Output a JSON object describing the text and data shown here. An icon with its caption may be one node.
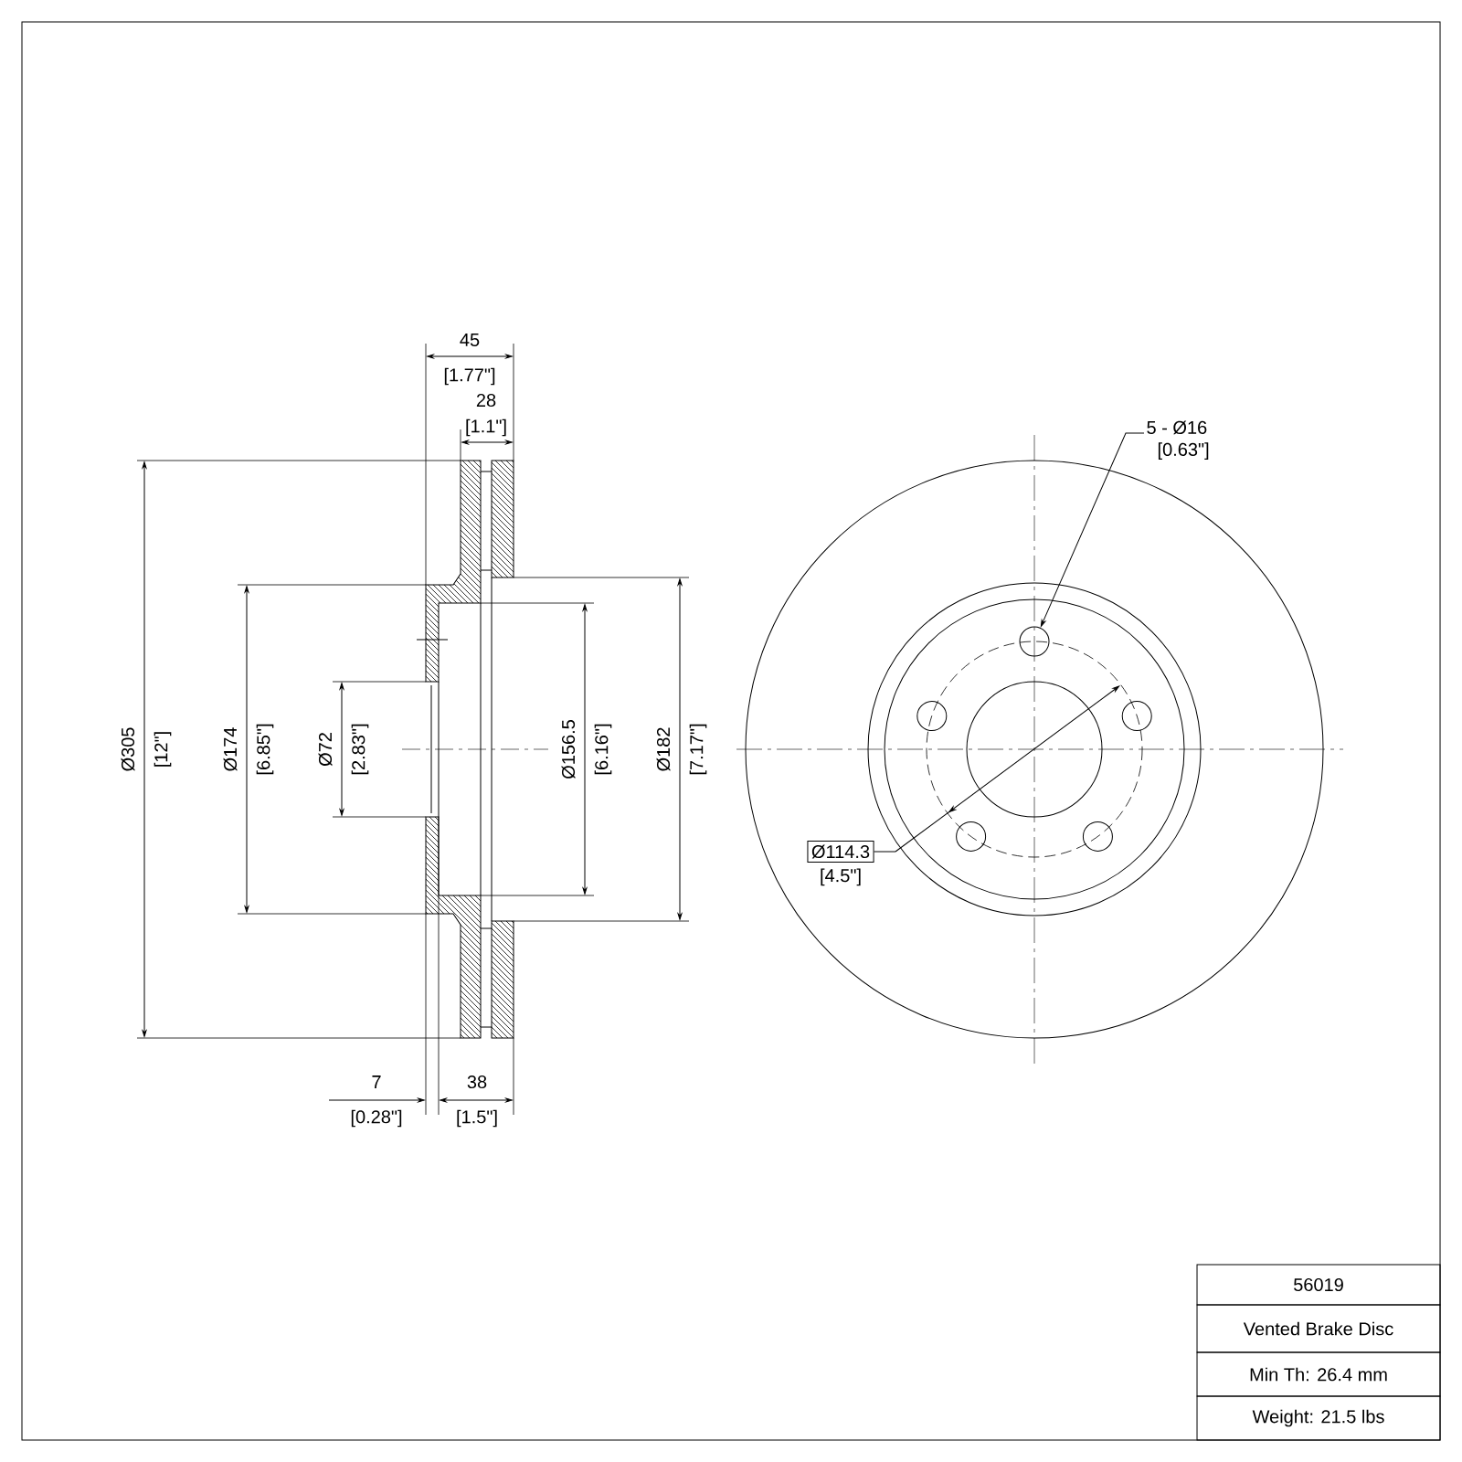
{
  "diagram": {
    "nodes": [
      {
        "text": [
          "5 - Ø16",
          "[0.63\"]"
        ]
      },
      {
        "text": [],
        "shape": "circle"
      },
      {
        "text": [
          "Ø114.3"
        ],
        "beside": [
          "[4.5\"]"
        ]
      }
    ],
    "edges": [
      {
        "from": 0,
        "to": 1,
        "arrow": "to"
      },
      {
        "from": 2,
        "to": null,
        "arrow": "none"
      }
    ],
    "labels": [
      "45",
      "[1.77\"]",
      "28",
      "[1.1\"]",
      "Ø305",
      "[12\"]",
      "Ø174",
      "[6.85\"]",
      "Ø72",
      "[2.83\"]",
      "Ø156.5",
      "[6.16\"]",
      "Ø182",
      "[7.17\"]",
      "7",
      "[0.28\"]",
      "38",
      "[1.5\"]",
      "56019",
      "Vented Brake Disc",
      "Min Th: 26.4 mm",
      "Weight: 21.5 lbs"
    ]
  }
}
